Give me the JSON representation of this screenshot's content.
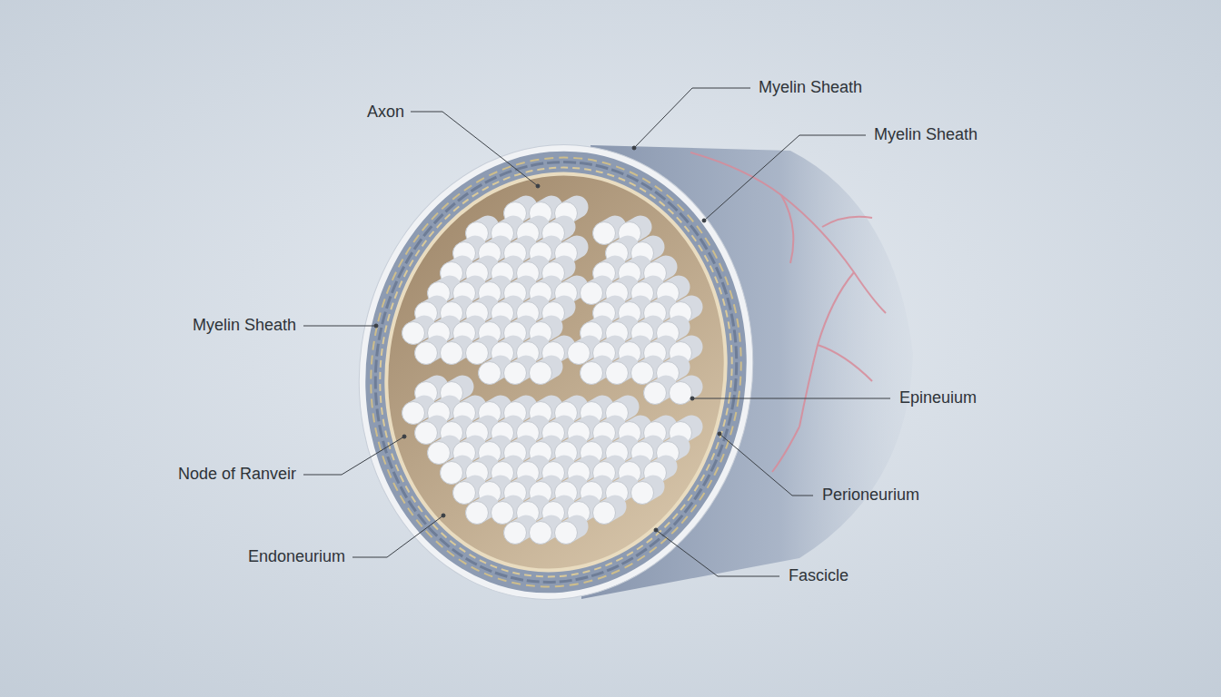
{
  "diagram": {
    "labels": [
      "Myelin Sheath",
      "Axon",
      "Myelin Sheath",
      "Myelin Sheath",
      "Epineuium",
      "Node of Ranveir",
      "Perioneurium",
      "Endoneurium",
      "Fascicle"
    ]
  }
}
